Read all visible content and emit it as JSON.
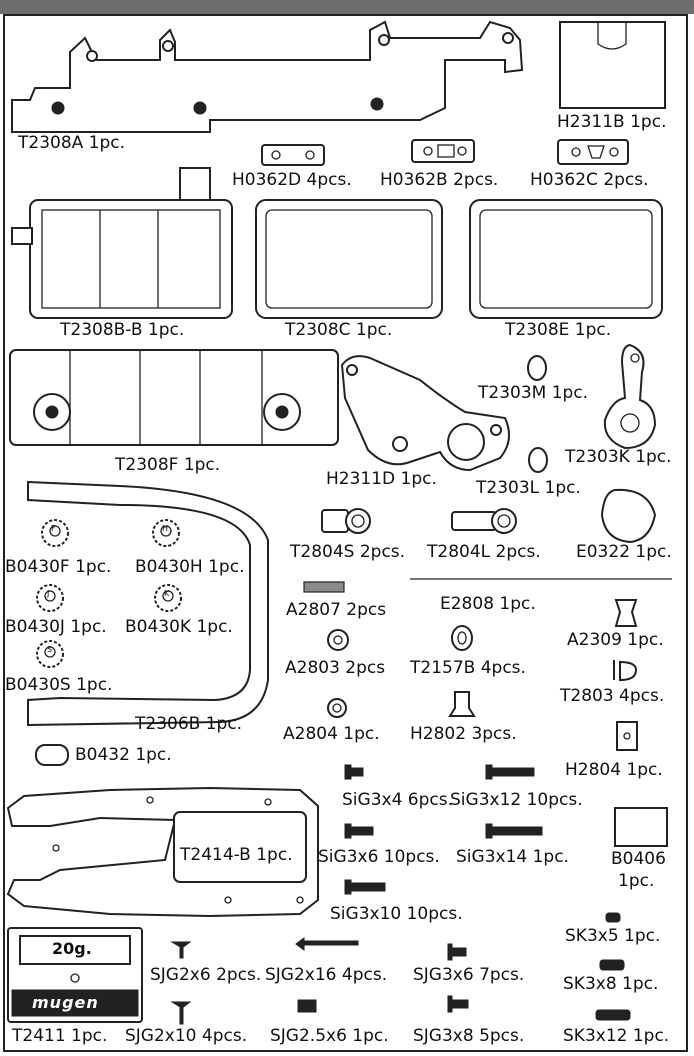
{
  "parts": [
    {
      "id": "T2308A",
      "label": "T2308A 1pc."
    },
    {
      "id": "H2311B",
      "label": "H2311B 1pc."
    },
    {
      "id": "H0362D",
      "label": "H0362D 4pcs."
    },
    {
      "id": "H0362B",
      "label": "H0362B 2pcs."
    },
    {
      "id": "H0362C",
      "label": "H0362C 2pcs."
    },
    {
      "id": "T2308B-B",
      "label": "T2308B-B 1pc."
    },
    {
      "id": "T2308C",
      "label": "T2308C 1pc."
    },
    {
      "id": "T2308E",
      "label": "T2308E 1pc."
    },
    {
      "id": "T2308F",
      "label": "T2308F 1pc."
    },
    {
      "id": "T2303M",
      "label": "T2303M 1pc."
    },
    {
      "id": "T2303K",
      "label": "T2303K 1pc."
    },
    {
      "id": "H2311D",
      "label": "H2311D 1pc."
    },
    {
      "id": "T2303L",
      "label": "T2303L 1pc."
    },
    {
      "id": "B0430F",
      "label": "B0430F 1pc."
    },
    {
      "id": "B0430H",
      "label": "B0430H 1pc."
    },
    {
      "id": "B0430J",
      "label": "B0430J 1pc."
    },
    {
      "id": "B0430K",
      "label": "B0430K 1pc."
    },
    {
      "id": "B0430S",
      "label": "B0430S 1pc."
    },
    {
      "id": "T2306B",
      "label": "T2306B 1pc."
    },
    {
      "id": "B0432",
      "label": "B0432 1pc."
    },
    {
      "id": "T2804S",
      "label": "T2804S 2pcs."
    },
    {
      "id": "T2804L",
      "label": "T2804L 2pcs."
    },
    {
      "id": "E0322",
      "label": "E0322 1pc."
    },
    {
      "id": "A2807",
      "label": "A2807 2pcs"
    },
    {
      "id": "E2808",
      "label": "E2808 1pc."
    },
    {
      "id": "A2309",
      "label": "A2309 1pc."
    },
    {
      "id": "A2803",
      "label": "A2803 2pcs"
    },
    {
      "id": "T2157B",
      "label": "T2157B 4pcs."
    },
    {
      "id": "T2803",
      "label": "T2803 4pcs."
    },
    {
      "id": "A2804",
      "label": "A2804 1pc."
    },
    {
      "id": "H2802",
      "label": "H2802 3pcs."
    },
    {
      "id": "H2804",
      "label": "H2804 1pc."
    },
    {
      "id": "SiG3x4",
      "label": "SiG3x4 6pcs."
    },
    {
      "id": "SiG3x12",
      "label": "SiG3x12 10pcs."
    },
    {
      "id": "T2414-B",
      "label": "T2414-B 1pc."
    },
    {
      "id": "SiG3x6",
      "label": "SiG3x6 10pcs."
    },
    {
      "id": "SiG3x14",
      "label": "SiG3x14 1pc."
    },
    {
      "id": "B0406",
      "label": "B0406"
    },
    {
      "id": "B0406-qty",
      "label": "1pc."
    },
    {
      "id": "SiG3x10",
      "label": "SiG3x10 10pcs."
    },
    {
      "id": "SK3x5",
      "label": "SK3x5 1pc."
    },
    {
      "id": "SJG2x6",
      "label": "SJG2x6 2pcs."
    },
    {
      "id": "SJG2x16",
      "label": "SJG2x16 4pcs."
    },
    {
      "id": "SJG3x6",
      "label": "SJG3x6 7pcs."
    },
    {
      "id": "SK3x8",
      "label": "SK3x8 1pc."
    },
    {
      "id": "T2411",
      "label": "T2411 1pc."
    },
    {
      "id": "SJG2x10",
      "label": "SJG2x10 4pcs."
    },
    {
      "id": "SJG2.5x6",
      "label": "SJG2.5x6 1pc."
    },
    {
      "id": "SJG3x8",
      "label": "SJG3x8 5pcs."
    },
    {
      "id": "SK3x12",
      "label": "SK3x12 1pc."
    }
  ],
  "weight_block": {
    "weight": "20g.",
    "brand": "mugen"
  },
  "b0430_marks": [
    "F",
    "H",
    "J",
    "K",
    "S"
  ]
}
